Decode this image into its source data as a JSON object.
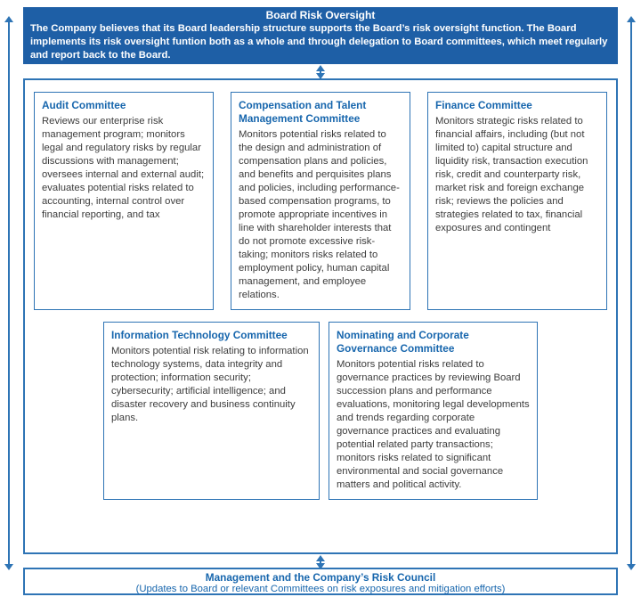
{
  "colors": {
    "banner_bg": "#1e5fa6",
    "border_blue": "#2e74b5",
    "heading_blue": "#1766ad",
    "body_text": "#3c3c3c"
  },
  "top_banner": {
    "title": "Board Risk Oversight",
    "body": "The Company believes that its Board leadership structure supports the Board’s risk oversight function. The Board implements its risk oversight funtion both as a whole and through delegation to Board committees, which meet regularly and report back to the Board."
  },
  "committees": {
    "row1": [
      {
        "title": "Audit Committee",
        "body": "Reviews our enterprise risk management program; monitors legal and regulatory risks by regular discussions with management; oversees internal and external audit; evaluates potential risks related to accounting, internal control over financial reporting, and tax"
      },
      {
        "title": "Compensation and Talent Management Committee",
        "body": "Monitors potential risks related to the design and administration of compensation plans and policies, and benefits and perquisites plans and policies, including performance-based compensation programs, to promote appropriate incentives in line with shareholder interests that do not promote excessive risk-taking; monitors risks related to employment policy, human capital management, and employee relations."
      },
      {
        "title": "Finance Committee",
        "body": "Monitors strategic risks related to financial affairs, including (but not limited to) capital structure and liquidity risk, transaction execution risk, credit and counterparty risk, market risk and foreign exchange risk; reviews the policies and strategies related to tax, financial exposures and contingent"
      }
    ],
    "row2": [
      {
        "title": "Information Technology Committee",
        "body": "Monitors potential risk relating to information technology systems, data integrity and protection; information security; cybersecurity; artificial intelligence; and disaster recovery and business continuity plans."
      },
      {
        "title": "Nominating and Corporate Governance Committee",
        "body": "Monitors potential risks related to governance practices by reviewing Board succession plans and performance evaluations, monitoring legal developments and trends regarding corporate governance practices and evaluating potential related party transactions; monitors risks related to significant environmental and social governance matters and political activity."
      }
    ]
  },
  "bottom_banner": {
    "title": "Management and the Company’s Risk Council",
    "subtitle": "(Updates to Board or relevant Committees on risk exposures and mitigation efforts)"
  }
}
